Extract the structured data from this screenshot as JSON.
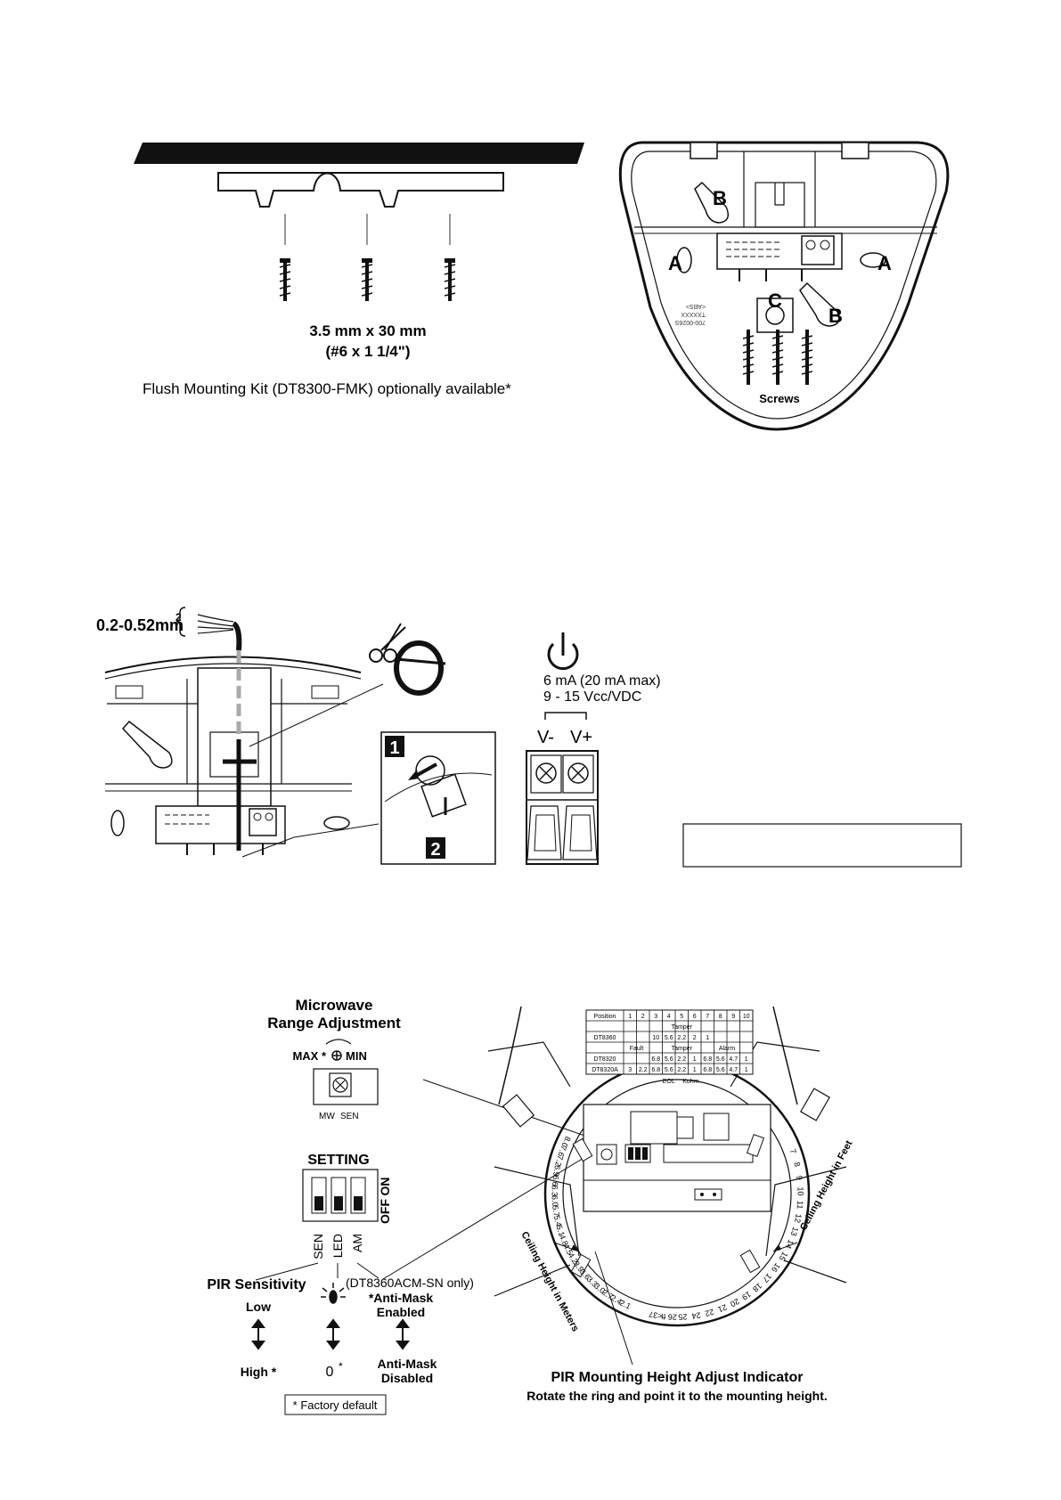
{
  "fig1": {
    "screw_size": "3.5 mm x 30 mm",
    "screw_size_in": "(#6 x 1 1/4\")",
    "flush_kit": "Flush Mounting Kit (DT8300-FMK) optionally available*",
    "labels": {
      "a": "A",
      "b": "B",
      "c": "C",
      "screws": "Screws"
    }
  },
  "fig2": {
    "wire_gauge": "0.2-0.52mm",
    "wire_gauge_sup": "2",
    "step1": "1",
    "step2": "2",
    "current": "6 mA (20 mA max)",
    "voltage": "9 - 15 Vcc/VDC",
    "vminus": "V-",
    "vplus": "V+"
  },
  "fig3": {
    "mw_title_1": "Microwave",
    "mw_title_2": "Range Adjustment",
    "max_label": "MAX *",
    "min_label": "MIN",
    "mw": "MW",
    "sen_small": "SEN",
    "setting": "SETTING",
    "on": "ON",
    "off": "OFF",
    "sw_sen": "SEN",
    "sw_led": "LED",
    "sw_am": "AM",
    "pir_sens": "PIR Sensitivity",
    "low": "Low",
    "high": "High *",
    "led_off": "0",
    "led_star": "*",
    "am_only": "(DT8360ACM-SN only)",
    "am_enabled_1": "*Anti-Mask",
    "am_enabled_2": "Enabled",
    "am_disabled_1": "Anti-Mask",
    "am_disabled_2": "Disabled",
    "factory_default": "* Factory default",
    "height_title": "PIR Mounting Height Adjust Indicator",
    "height_sub": "Rotate the ring and point it to the mounting height.",
    "ceiling_m": "Ceiling Height in Meters",
    "ceiling_ft": "Ceiling Height in Feet",
    "table": {
      "position": "Position",
      "cols": [
        "1",
        "2",
        "3",
        "4",
        "5",
        "6",
        "7",
        "8",
        "9",
        "10"
      ],
      "tamper": "Tamper",
      "fault": "Fault",
      "alarm": "Alarm",
      "eol": "EOL",
      "kohm": "Kohm",
      "rows": [
        {
          "name": "DT8360",
          "vals": [
            "",
            "",
            "10",
            "5.6",
            "2.2",
            "2",
            "1",
            "",
            "",
            ""
          ]
        },
        {
          "name": "DT8320",
          "vals": [
            "",
            "",
            "6.8",
            "5.6",
            "2.2",
            "1",
            "6.8",
            "5.6",
            "4.7",
            "1"
          ]
        },
        {
          "name": "DT8320A",
          "vals": [
            "3",
            "2.2",
            "6.8",
            "5.6",
            "2.2",
            "1",
            "6.8",
            "5.6",
            "4.7",
            "1"
          ]
        }
      ]
    },
    "ring_m": [
      "2.1",
      "2.4",
      "2.7",
      "3.0",
      "3.3",
      "3.6",
      "3.9",
      "4.2",
      "4.5",
      "4.8",
      "5.1",
      "5.4",
      "5.7",
      "6.0",
      "6.3",
      "6.6",
      "6.9",
      "7.2",
      "7.6",
      "8.0"
    ],
    "ring_ft": [
      "7",
      "8",
      "9",
      "10",
      "11",
      "12",
      "13",
      "14",
      "15",
      "16",
      "17",
      "18",
      "19",
      "20",
      "21",
      "22",
      "24",
      "25",
      "26 ft",
      "<37"
    ]
  }
}
